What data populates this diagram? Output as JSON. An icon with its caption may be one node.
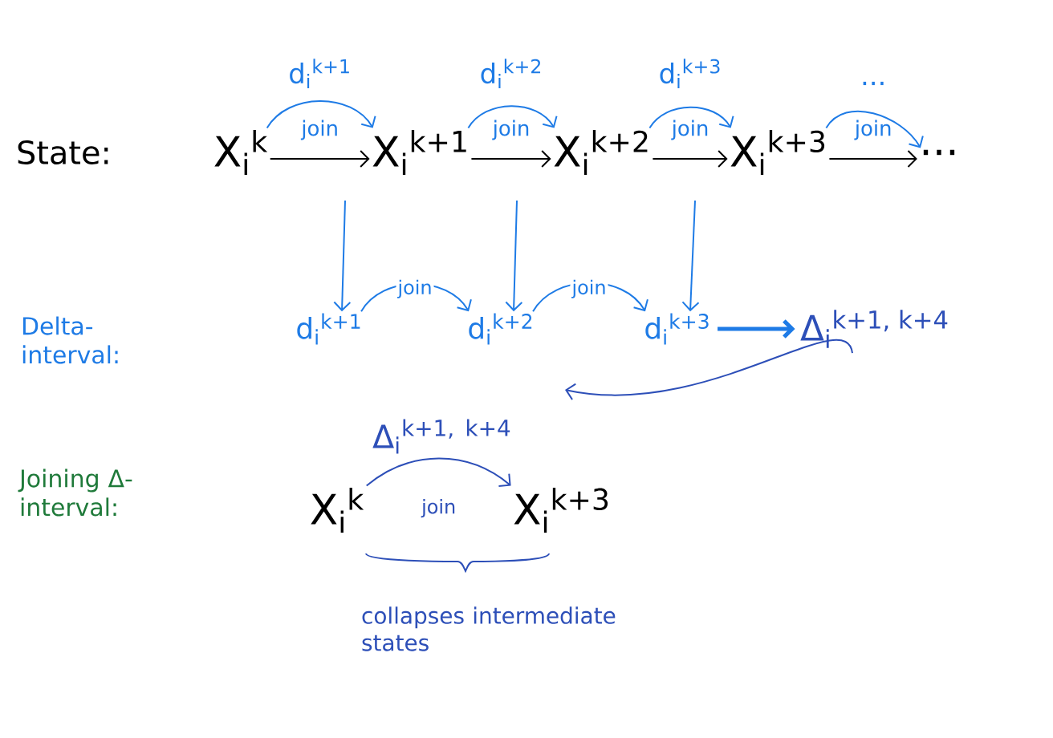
{
  "diagram": {
    "nodes": [
      {
        "text": [
          "X$_{i}$$^{k}$"
        ]
      },
      {
        "text": [
          "X$_{i}$$^{k+1}$"
        ]
      },
      {
        "text": [
          "X$_{i}$$^{k+2}$"
        ]
      },
      {
        "text": [
          "X$_{i}$$^{k+3}$"
        ]
      },
      {
        "text": [
          "..."
        ]
      },
      {
        "text": [
          "d$_{i}$$^{k+1}$"
        ]
      },
      {
        "text": [
          "d$_{i}$$^{k+2}$"
        ]
      },
      {
        "text": [
          "d$_{i}$$^{k+3}$"
        ]
      },
      {
        "text": [
          "Δ$_{i}$$^{k+1, k+4}$"
        ]
      },
      {
        "text": [
          "X$_{i}$$^{k}$"
        ]
      },
      {
        "text": [
          "X$_{i}$$^{k+3}$"
        ]
      }
    ],
    "edges": [
      {
        "from": 0,
        "to": 1,
        "arrow": "to",
        "label": "join",
        "color": "#000000"
      },
      {
        "from": 1,
        "to": 2,
        "arrow": "to",
        "label": "join",
        "color": "#000000"
      },
      {
        "from": 2,
        "to": 3,
        "arrow": "to",
        "label": "join",
        "color": "#000000"
      },
      {
        "from": 3,
        "to": 4,
        "arrow": "to",
        "label": "join",
        "color": "#000000"
      },
      {
        "from": 0,
        "to": 1,
        "arrow": "to",
        "label": "d$_{i}$$^{k+1}$"
      },
      {
        "from": 1,
        "to": 2,
        "arrow": "to",
        "label": "d$_{i}$$^{k+2}$"
      },
      {
        "from": 2,
        "to": 3,
        "arrow": "to",
        "label": "d$_{i}$$^{k+3}$"
      },
      {
        "from": 3,
        "to": 4,
        "arrow": "to",
        "label": "..."
      },
      {
        "from": null,
        "to": 5,
        "arrow": "to"
      },
      {
        "from": null,
        "to": 6,
        "arrow": "to"
      },
      {
        "from": null,
        "to": 7,
        "arrow": "to"
      },
      {
        "from": 5,
        "to": 6,
        "arrow": "to",
        "label": "join"
      },
      {
        "from": 6,
        "to": 7,
        "arrow": "to",
        "label": "join"
      },
      {
        "from": 7,
        "to": 8,
        "arrow": "to",
        "style": "thick"
      },
      {
        "from": 8,
        "to": null,
        "arrow": "to",
        "color": "#2d4fb8"
      },
      {
        "from": 9,
        "to": 10,
        "arrow": "to",
        "label": "join",
        "color": "#2d4fb8"
      }
    ],
    "labels": [
      "State:",
      "Delta- interval:",
      "Joining Δ-interval:",
      "Δ$_{i}$$^{k+1, k+4}$",
      "collapses intermediate states"
    ]
  }
}
